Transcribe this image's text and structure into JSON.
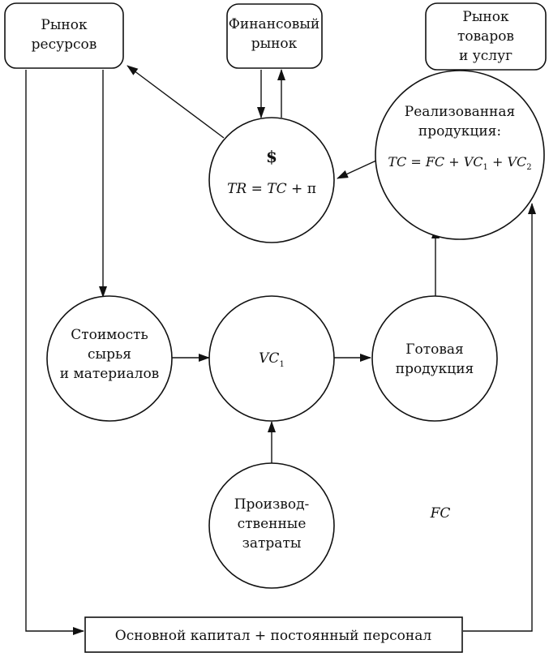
{
  "nodes": {
    "resource_market": {
      "line1": "Рынок",
      "line2": "ресурсов"
    },
    "financial_market": {
      "line1": "Финансовый",
      "line2": "рынок"
    },
    "goods_market": {
      "line1": "Рынок",
      "line2": "товаров",
      "line3": "и услуг"
    },
    "money": {
      "symbol": "$",
      "eq_tr": "TR",
      "eq_eq": " = ",
      "eq_tc": "TC",
      "eq_plus": " + ",
      "eq_pi": "π"
    },
    "sold_products": {
      "line1": "Реализованная",
      "line2": "продукция:",
      "f_tc": "TC",
      "f_eq": " = ",
      "f_fc": "FC",
      "f_plus1": " + ",
      "f_vc": "VC",
      "f_sub1": "1",
      "f_plus2": " + ",
      "f_vc2": "VC",
      "f_sub2": "2"
    },
    "raw_materials": {
      "line1": "Стоимость",
      "line2": "сырья",
      "line3": "и материалов"
    },
    "vc1": {
      "label": "VC",
      "sub": "1"
    },
    "finished_goods": {
      "line1": "Готовая",
      "line2": "продукция"
    },
    "production_costs": {
      "line1": "Производ-",
      "line2": "ственные",
      "line3": "затраты"
    },
    "fixed_capital": {
      "label": "Основной капитал + постоянный персонал"
    }
  },
  "labels": {
    "fc": "FC"
  }
}
